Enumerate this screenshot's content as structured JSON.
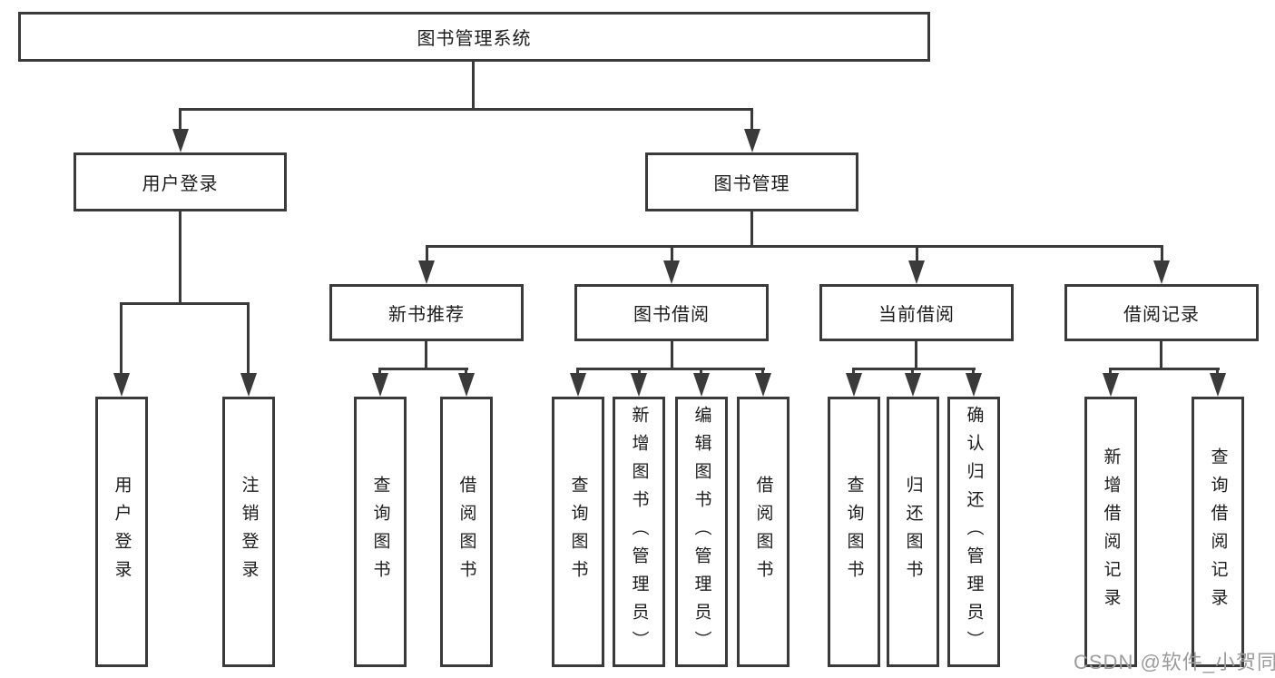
{
  "tree": {
    "root": "图书管理系统",
    "branches": [
      {
        "label": "用户登录",
        "children": [
          "用户登录",
          "注销登录"
        ]
      },
      {
        "label": "图书管理",
        "groups": [
          {
            "label": "新书推荐",
            "children": [
              "查询图书",
              "借阅图书"
            ]
          },
          {
            "label": "图书借阅",
            "children": [
              "查询图书",
              "新增图书（管理员）",
              "编辑图书（管理员）",
              "借阅图书"
            ]
          },
          {
            "label": "当前借阅",
            "children": [
              "查询图书",
              "归还图书",
              "确认归还（管理员）"
            ]
          },
          {
            "label": "借阅记录",
            "children": [
              "新增借阅记录",
              "查询借阅记录"
            ]
          }
        ]
      }
    ]
  },
  "watermark": "CSDN @软件_小贺同学",
  "colors": {
    "line": "#3a3a3a",
    "text": "#1c1c1c",
    "background": "#ffffff",
    "watermark": "#9c9c9c"
  }
}
